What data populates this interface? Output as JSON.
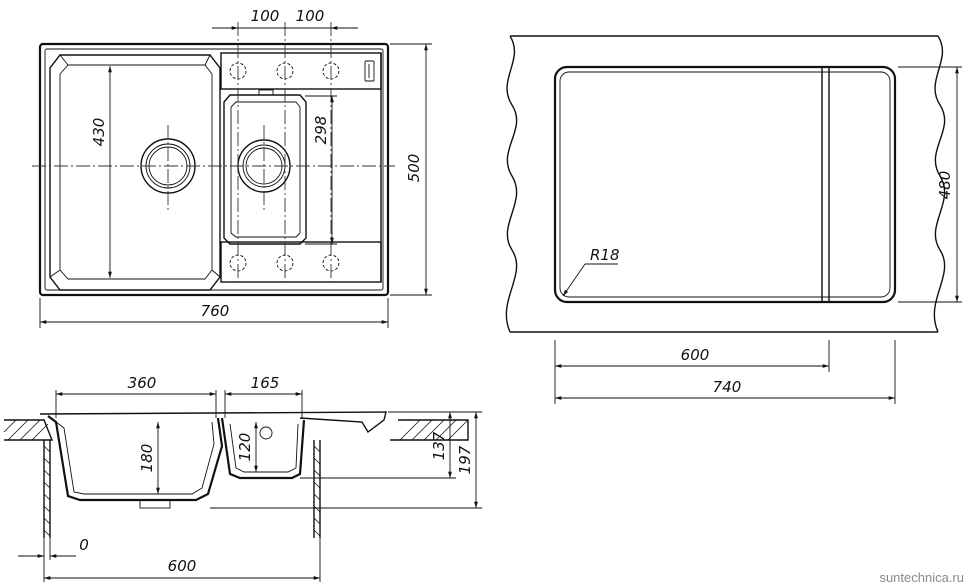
{
  "top_view": {
    "dims": {
      "hole_spacing_1": "100",
      "hole_spacing_2": "100",
      "total_width": "760",
      "total_depth": "500",
      "main_bowl_depth": "430",
      "small_bowl_depth": "298"
    }
  },
  "cutout_view": {
    "dims": {
      "radius": "R18",
      "cutout_width": "600",
      "cabinet_width": "740",
      "cutout_depth": "480"
    }
  },
  "section_view": {
    "dims": {
      "main_bowl_width": "360",
      "small_bowl_width": "165",
      "main_bowl_height": "180",
      "small_bowl_height": "120",
      "rim_height": "137",
      "total_height": "197",
      "offset": "0",
      "cabinet_width": "600"
    }
  },
  "watermark": "suntechnica.ru"
}
